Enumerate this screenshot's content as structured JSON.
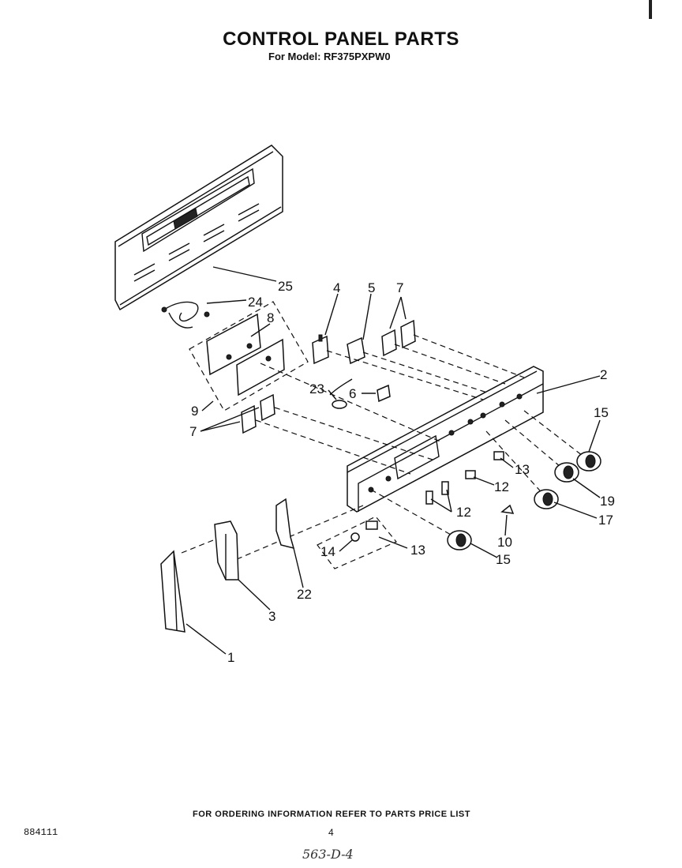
{
  "header": {
    "title": "CONTROL PANEL PARTS",
    "subtitle": "For Model: RF375PXPW0"
  },
  "callouts": [
    {
      "id": "c25",
      "label": "25"
    },
    {
      "id": "c24",
      "label": "24"
    },
    {
      "id": "c8",
      "label": "8"
    },
    {
      "id": "c4",
      "label": "4"
    },
    {
      "id": "c5",
      "label": "5"
    },
    {
      "id": "c7a",
      "label": "7"
    },
    {
      "id": "c2",
      "label": "2"
    },
    {
      "id": "c23",
      "label": "23"
    },
    {
      "id": "c6",
      "label": "6"
    },
    {
      "id": "c9",
      "label": "9"
    },
    {
      "id": "c7b",
      "label": "7"
    },
    {
      "id": "c15a",
      "label": "15"
    },
    {
      "id": "c13a",
      "label": "13"
    },
    {
      "id": "c12a",
      "label": "12"
    },
    {
      "id": "c12b",
      "label": "12"
    },
    {
      "id": "c19",
      "label": "19"
    },
    {
      "id": "c17",
      "label": "17"
    },
    {
      "id": "c10",
      "label": "10"
    },
    {
      "id": "c14",
      "label": "14"
    },
    {
      "id": "c13b",
      "label": "13"
    },
    {
      "id": "c15b",
      "label": "15"
    },
    {
      "id": "c22",
      "label": "22"
    },
    {
      "id": "c3",
      "label": "3"
    },
    {
      "id": "c1",
      "label": "1"
    }
  ],
  "footer": {
    "note": "FOR ORDERING INFORMATION REFER TO PARTS PRICE LIST",
    "doc_number": "884111",
    "page_number": "4",
    "handwritten": "563-D-4"
  }
}
